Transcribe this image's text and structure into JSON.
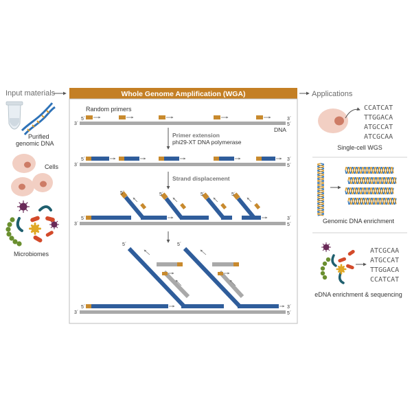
{
  "colors": {
    "orange": "#c88a2e",
    "header": "#c47f24",
    "blue": "#2f5d9b",
    "gray": "#a9a9a9",
    "cell": "#f2cfc3",
    "nucleus": "#cd7c66",
    "dna_blue": "#2f73b8",
    "dna_orange": "#d7992e"
  },
  "header": {
    "input_materials": "Input materials",
    "title": "Whole Genome Amplification (WGA)",
    "applications": "Applications"
  },
  "inputs": {
    "purified_line1": "Purified",
    "purified_line2": "genomic DNA",
    "cells": "Cells",
    "microbiomes": "Microbiomes"
  },
  "steps": {
    "random_primers": "Random primers",
    "dna": "DNA",
    "primer_extension": "Primer extension",
    "polymerase": "phi29-XT DNA polymerase",
    "strand_displacement": "Strand displacement"
  },
  "ends": {
    "five": "5´",
    "three": "3´"
  },
  "applications": {
    "sc_wgs": {
      "label": "Single-cell WGS",
      "sequences": [
        "CCATCAT",
        "TTGGACA",
        "ATGCCAT",
        "ATCGCAA"
      ]
    },
    "enrichment": {
      "label": "Genomic DNA enrichment"
    },
    "edna": {
      "label": "eDNA enrichment & sequencing",
      "sequences": [
        "ATCGCAA",
        "ATGCCAT",
        "TTGGACA",
        "CCATCAT"
      ]
    }
  }
}
